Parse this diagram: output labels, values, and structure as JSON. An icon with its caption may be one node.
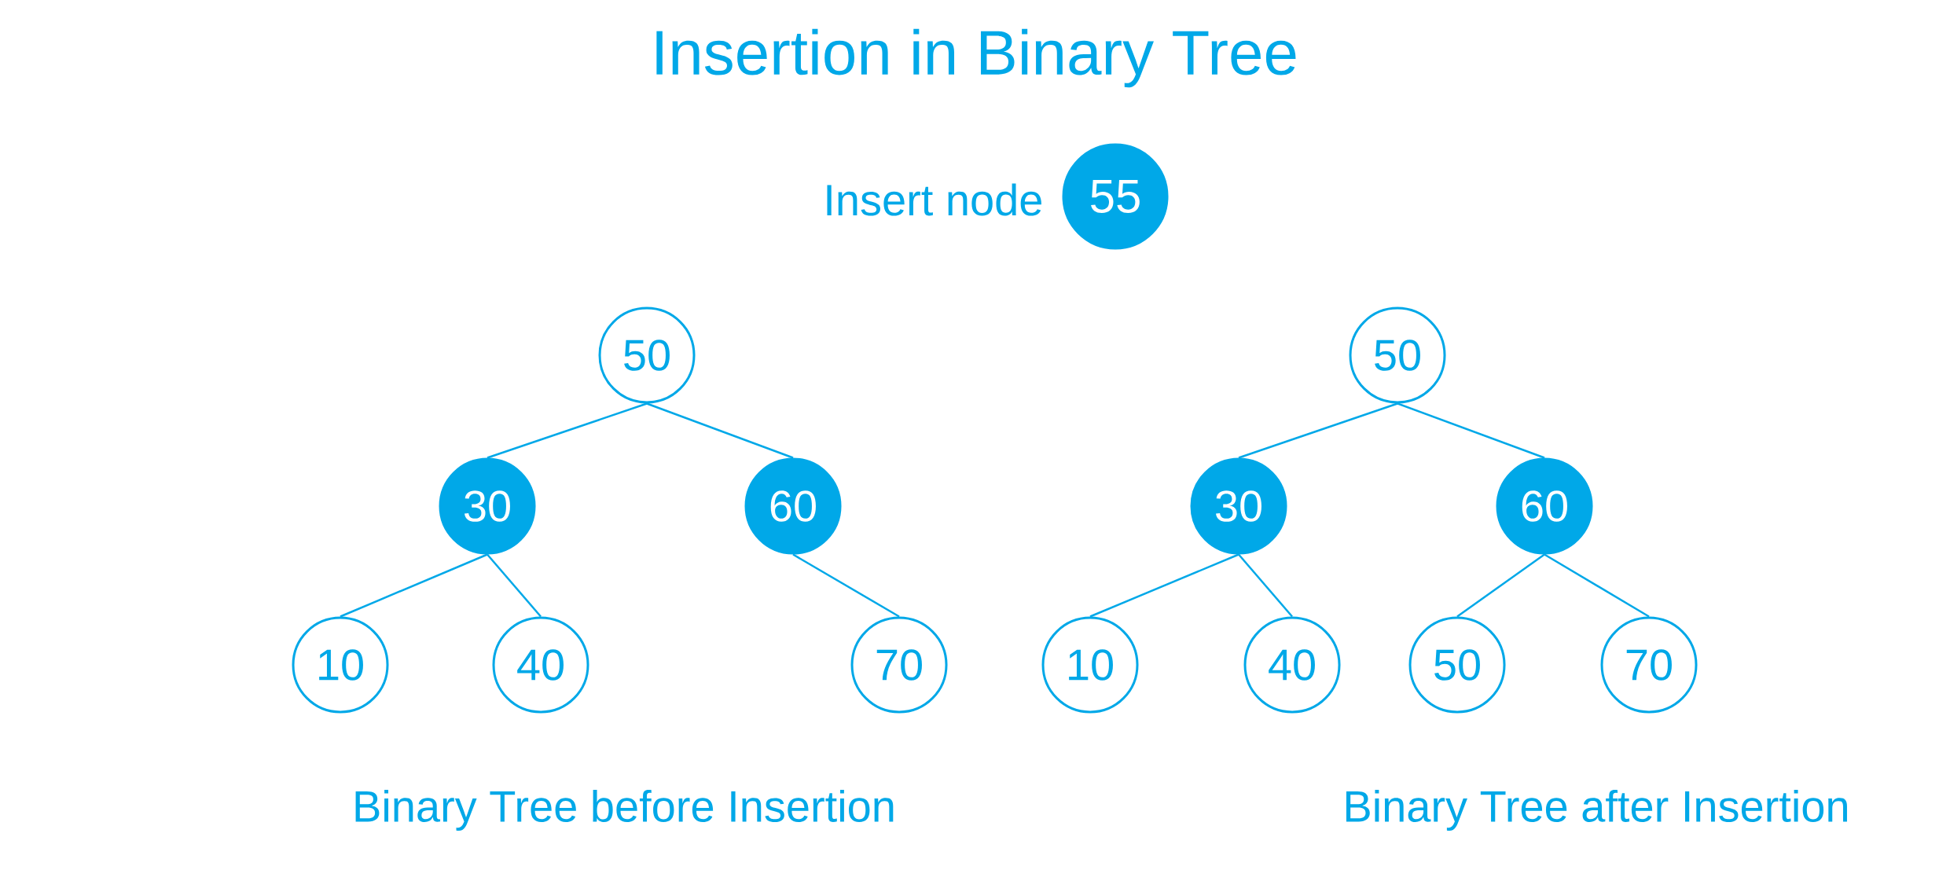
{
  "diagram": {
    "title": "Insertion in Binary Tree",
    "nodes": [
      {
        "text": [
          "55"
        ],
        "beside": [
          "Insert node"
        ]
      },
      {
        "text": [
          "50"
        ]
      },
      {
        "text": [
          "30"
        ]
      },
      {
        "text": [
          "60"
        ]
      },
      {
        "text": [
          "10"
        ]
      },
      {
        "text": [
          "40"
        ]
      },
      {
        "text": [
          "70"
        ]
      },
      {
        "text": [
          "50"
        ]
      },
      {
        "text": [
          "30"
        ]
      },
      {
        "text": [
          "60"
        ]
      },
      {
        "text": [
          "10"
        ]
      },
      {
        "text": [
          "40"
        ]
      },
      {
        "text": [
          "50"
        ]
      },
      {
        "text": [
          "70"
        ]
      }
    ],
    "edges": [
      {
        "from": 1,
        "to": 2,
        "arrow": "none"
      },
      {
        "from": 1,
        "to": 3,
        "arrow": "none"
      },
      {
        "from": 2,
        "to": 4,
        "arrow": "none"
      },
      {
        "from": 2,
        "to": 5,
        "arrow": "none"
      },
      {
        "from": 3,
        "to": 6,
        "arrow": "none"
      },
      {
        "from": 7,
        "to": 8,
        "arrow": "none"
      },
      {
        "from": 7,
        "to": 9,
        "arrow": "none"
      },
      {
        "from": 8,
        "to": 10,
        "arrow": "none"
      },
      {
        "from": 8,
        "to": 11,
        "arrow": "none"
      },
      {
        "from": 9,
        "to": 12,
        "arrow": "none"
      },
      {
        "from": 9,
        "to": 13,
        "arrow": "none"
      }
    ],
    "labels": [
      "Binary Tree before Insertion",
      "Binary Tree after Insertion"
    ]
  }
}
